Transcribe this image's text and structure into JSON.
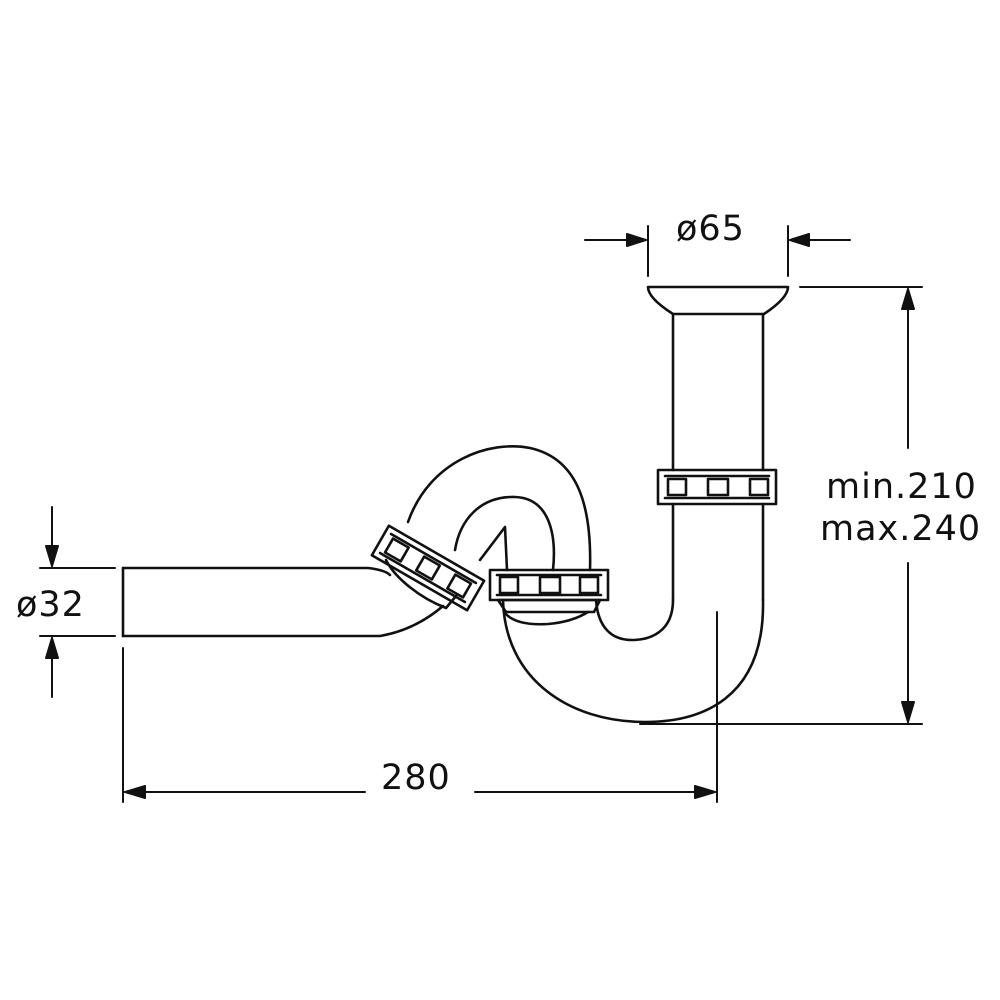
{
  "diagram": {
    "type": "technical-drawing",
    "subject": "siphon-trap",
    "line_color": "#111111",
    "background": "#ffffff",
    "dimensions": {
      "top_diameter": "ø65",
      "left_diameter": "ø32",
      "bottom_length": "280",
      "height_min": "min.210",
      "height_max": "max.240"
    }
  }
}
